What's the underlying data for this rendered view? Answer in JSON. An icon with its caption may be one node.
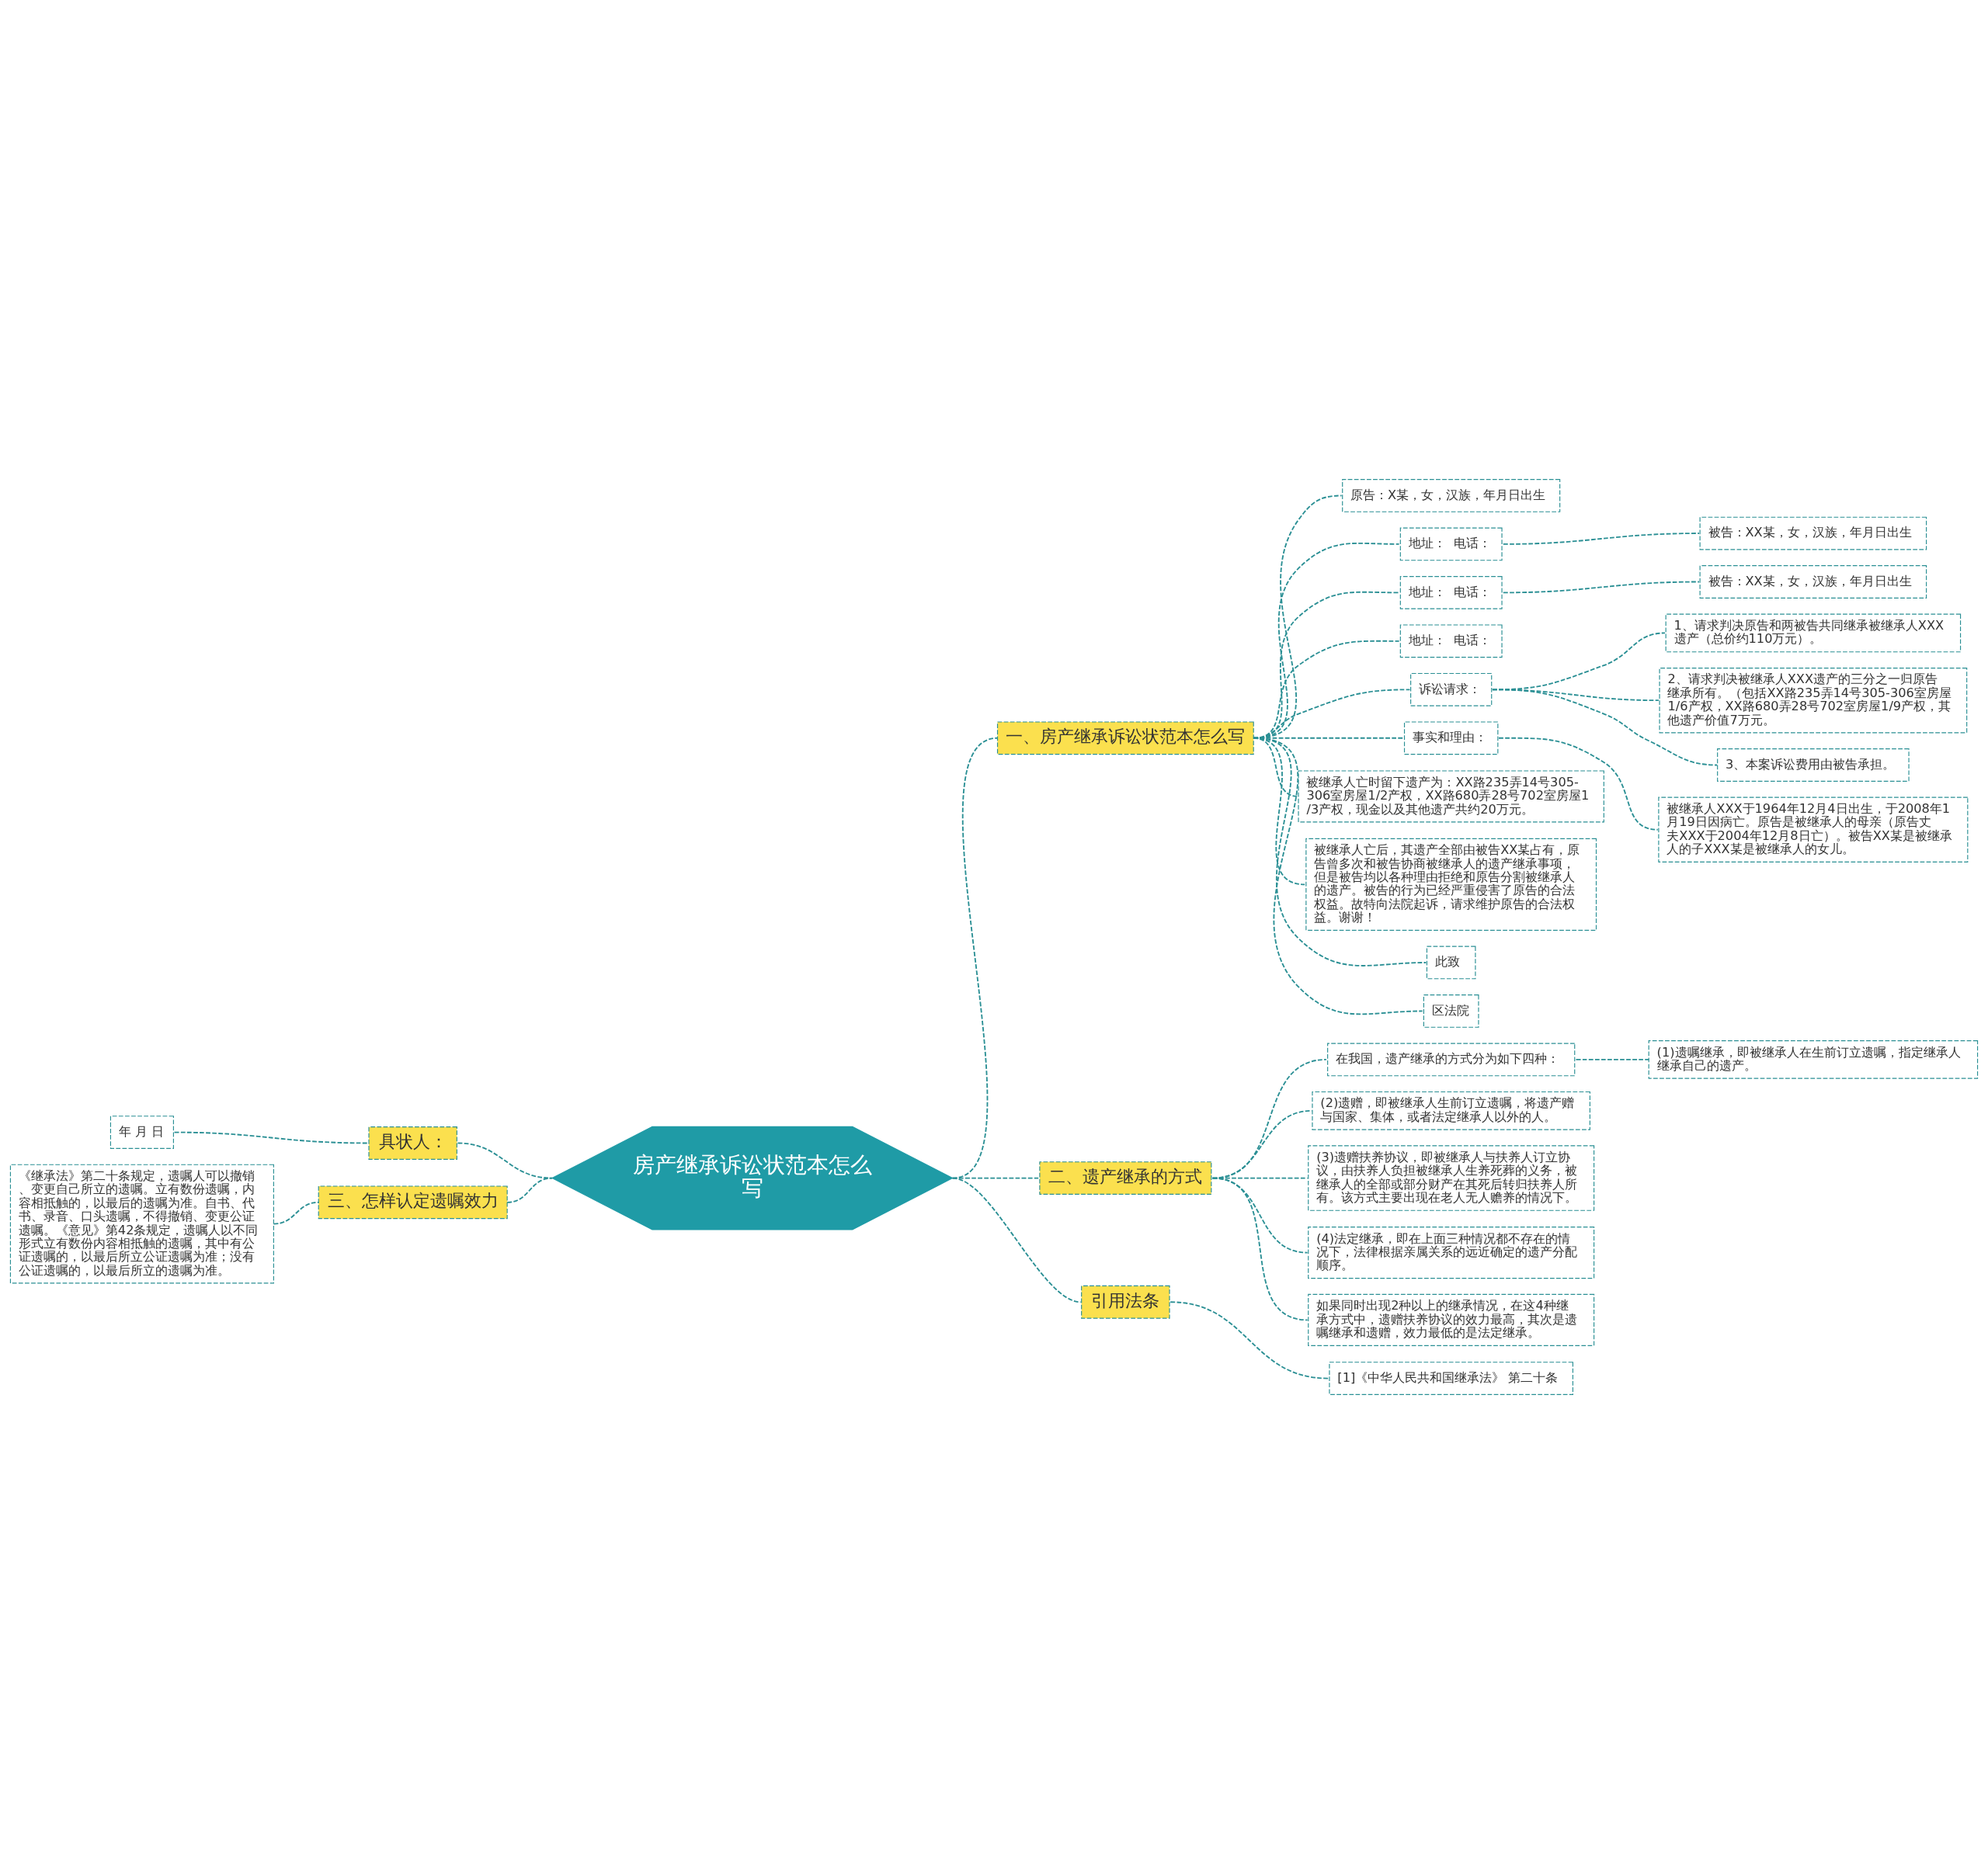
{
  "diagram": {
    "nodes": [
      {
        "text": [
          "房产继承诉讼状范本怎么写"
        ]
      },
      {
        "text": [
          "一、房产继承诉讼状范本怎么写"
        ]
      },
      {
        "text": [
          "原告：X某，女，汉族，年月日出生"
        ]
      },
      {
        "text": [
          "地址：  电话："
        ]
      },
      {
        "text": [
          "被告：XX某，女，汉族，年月日出生"
        ]
      },
      {
        "text": [
          "地址：  电话："
        ]
      },
      {
        "text": [
          "被告：XX某，女，汉族，年月日出生"
        ]
      },
      {
        "text": [
          "地址：  电话："
        ]
      },
      {
        "text": [
          "诉讼请求："
        ]
      },
      {
        "text": [
          "1、请求判决原告和两被告共同继承被继承人XXX遗产（总价约110万元）。"
        ]
      },
      {
        "text": [
          "2、请求判决被继承人XXX遗产的三分之一归原告继承所有。（包括XX路235弄14号305-306室房屋1/6产权，XX路680弄28号702室房屋1/9产权，其他遗产价值7万元。"
        ]
      },
      {
        "text": [
          "3、本案诉讼费用由被告承担。"
        ]
      },
      {
        "text": [
          "事实和理由："
        ]
      },
      {
        "text": [
          "被继承人XXX于1964年12月4日出生，于2008年1月19日因病亡。原告是被继承人的母亲（原告丈夫XXX于2004年12月8日亡）。被告XX某是被继承人的子XXX某是被继承人的女儿。"
        ]
      },
      {
        "text": [
          "被继承人亡时留下遗产为：XX路235弄14号305-306室房屋1/2产权，XX路680弄28号702室房屋1/3产权，现金以及其他遗产共约20万元。"
        ]
      },
      {
        "text": [
          "被继承人亡后，其遗产全部由被告XX某占有，原告曾多次和被告协商被继承人的遗产继承事项，但是被告均以各种理由拒绝和原告分割被继承人的遗产。被告的行为已经严重侵害了原告的合法权益。故特向法院起诉，请求维护原告的合法权益。谢谢！"
        ]
      },
      {
        "text": [
          "此致"
        ]
      },
      {
        "text": [
          "区法院"
        ]
      },
      {
        "text": [
          "二、遗产继承的方式"
        ]
      },
      {
        "text": [
          "在我国，遗产继承的方式分为如下四种："
        ]
      },
      {
        "text": [
          "(1)遗嘱继承，即被继承人在生前订立遗嘱，指定继承人继承自己的遗产。"
        ]
      },
      {
        "text": [
          "(2)遗赠，即被继承人生前订立遗嘱，将遗产赠与国家、集体，或者法定继承人以外的人。"
        ]
      },
      {
        "text": [
          "(3)遗赠扶养协议，即被继承人与扶养人订立协议，由扶养人负担被继承人生养死葬的义务，被继承人的全部或部分财产在其死后转归扶养人所有。该方式主要出现在老人无人赡养的情况下。"
        ]
      },
      {
        "text": [
          "(4)法定继承，即在上面三种情况都不存在的情况下，法律根据亲属关系的远近确定的遗产分配顺序。"
        ]
      },
      {
        "text": [
          "如果同时出现2种以上的继承情况，在这4种继承方式中，遗赠扶养协议的效力最高，其次是遗嘱继承和遗赠，效力最低的是法定继承。"
        ]
      },
      {
        "text": [
          "引用法条"
        ]
      },
      {
        "text": [
          "[1]《中华人民共和国继承法》 第二十条"
        ]
      },
      {
        "text": [
          "具状人："
        ]
      },
      {
        "text": [
          "年 月 日"
        ]
      },
      {
        "text": [
          "三、怎样认定遗嘱效力"
        ]
      },
      {
        "text": [
          "《继承法》第二十条规定，遗嘱人可以撤销、变更自己所立的遗嘱。立有数份遗嘱，内容相抵触的，以最后的遗嘱为准。自书、代书、录音、口头遗嘱，不得撤销、变更公证遗嘱。《意见》第42条规定，遗嘱人以不同形式立有数份内容相抵触的遗嘱，其中有公证遗嘱的，以最后所立公证遗嘱为准；没有公证遗嘱的，以最后所立的遗嘱为准。"
        ]
      }
    ],
    "edges": [
      {
        "from": 0,
        "to": 1,
        "arrow": "none",
        "style": "dashed"
      },
      {
        "from": 1,
        "to": 2,
        "arrow": "none",
        "style": "dashed"
      },
      {
        "from": 1,
        "to": 3,
        "arrow": "none",
        "style": "dashed"
      },
      {
        "from": 3,
        "to": 4,
        "arrow": "none",
        "style": "dashed"
      },
      {
        "from": 1,
        "to": 5,
        "arrow": "none",
        "style": "dashed"
      },
      {
        "from": 5,
        "to": 6,
        "arrow": "none",
        "style": "dashed"
      },
      {
        "from": 1,
        "to": 7,
        "arrow": "none",
        "style": "dashed"
      },
      {
        "from": 1,
        "to": 8,
        "arrow": "none",
        "style": "dashed"
      },
      {
        "from": 8,
        "to": 9,
        "arrow": "none",
        "style": "dashed"
      },
      {
        "from": 8,
        "to": 10,
        "arrow": "none",
        "style": "dashed"
      },
      {
        "from": 8,
        "to": 11,
        "arrow": "none",
        "style": "dashed"
      },
      {
        "from": 1,
        "to": 12,
        "arrow": "none",
        "style": "dashed"
      },
      {
        "from": 12,
        "to": 13,
        "arrow": "none",
        "style": "dashed"
      },
      {
        "from": 1,
        "to": 14,
        "arrow": "none",
        "style": "dashed"
      },
      {
        "from": 1,
        "to": 15,
        "arrow": "none",
        "style": "dashed"
      },
      {
        "from": 1,
        "to": 16,
        "arrow": "none",
        "style": "dashed"
      },
      {
        "from": 1,
        "to": 17,
        "arrow": "none",
        "style": "dashed"
      },
      {
        "from": 0,
        "to": 18,
        "arrow": "none",
        "style": "dashed"
      },
      {
        "from": 18,
        "to": 19,
        "arrow": "none",
        "style": "dashed"
      },
      {
        "from": 19,
        "to": 20,
        "arrow": "none",
        "style": "dashed"
      },
      {
        "from": 18,
        "to": 21,
        "arrow": "none",
        "style": "dashed"
      },
      {
        "from": 18,
        "to": 22,
        "arrow": "none",
        "style": "dashed"
      },
      {
        "from": 18,
        "to": 23,
        "arrow": "none",
        "style": "dashed"
      },
      {
        "from": 18,
        "to": 24,
        "arrow": "none",
        "style": "dashed"
      },
      {
        "from": 0,
        "to": 25,
        "arrow": "none",
        "style": "dashed"
      },
      {
        "from": 25,
        "to": 26,
        "arrow": "none",
        "style": "dashed"
      },
      {
        "from": 0,
        "to": 27,
        "arrow": "none",
        "style": "dashed"
      },
      {
        "from": 27,
        "to": 28,
        "arrow": "none",
        "style": "dashed"
      },
      {
        "from": 0,
        "to": 29,
        "arrow": "none",
        "style": "dashed"
      },
      {
        "from": 29,
        "to": 30,
        "arrow": "none",
        "style": "dashed"
      }
    ]
  }
}
